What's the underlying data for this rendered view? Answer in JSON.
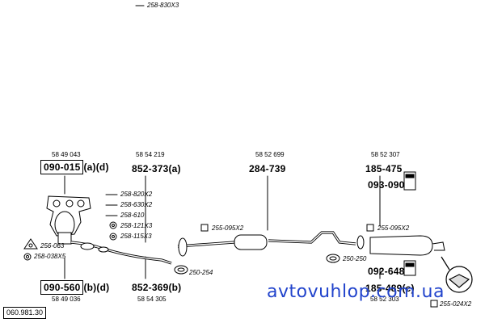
{
  "top_ref": "258-830X3",
  "groups": {
    "g1": {
      "ref": "58 49 043",
      "part": "090-015",
      "suffix": "(a)(d)"
    },
    "g2": {
      "ref": "58 54 219",
      "part": "852-373",
      "suffix": "(a)"
    },
    "g3": {
      "ref": "58 52 699",
      "part": "284-739",
      "suffix": ""
    },
    "g4": {
      "ref": "58 52 307",
      "part": "185-475",
      "suffix": ""
    },
    "g5": {
      "ref": "58 49 036",
      "part": "090-560",
      "suffix": "(b)(d)"
    },
    "g6": {
      "ref": "58 54 305",
      "part": "852-369",
      "suffix": "(b)"
    },
    "g7": {
      "ref": "58 52 303",
      "part": "185-489",
      "suffix": "(c)"
    }
  },
  "parts": {
    "p093": "093-090",
    "p092": "092-648"
  },
  "small_labels": {
    "l258820": "258-820X2",
    "l258630": "258-630X2",
    "l258610": "258-610",
    "l258121": "258-121X3",
    "l258115": "258-115X3",
    "l256063": "256-063",
    "l258038": "258-038X5",
    "l250254": "250-254",
    "l255095a": "255-095X2",
    "l255095b": "255-095X2",
    "l250250": "250-250",
    "l255024": "255-024X2"
  },
  "watermark": "avtovuhlop.com.ua",
  "diagram_code": "060.981.30"
}
